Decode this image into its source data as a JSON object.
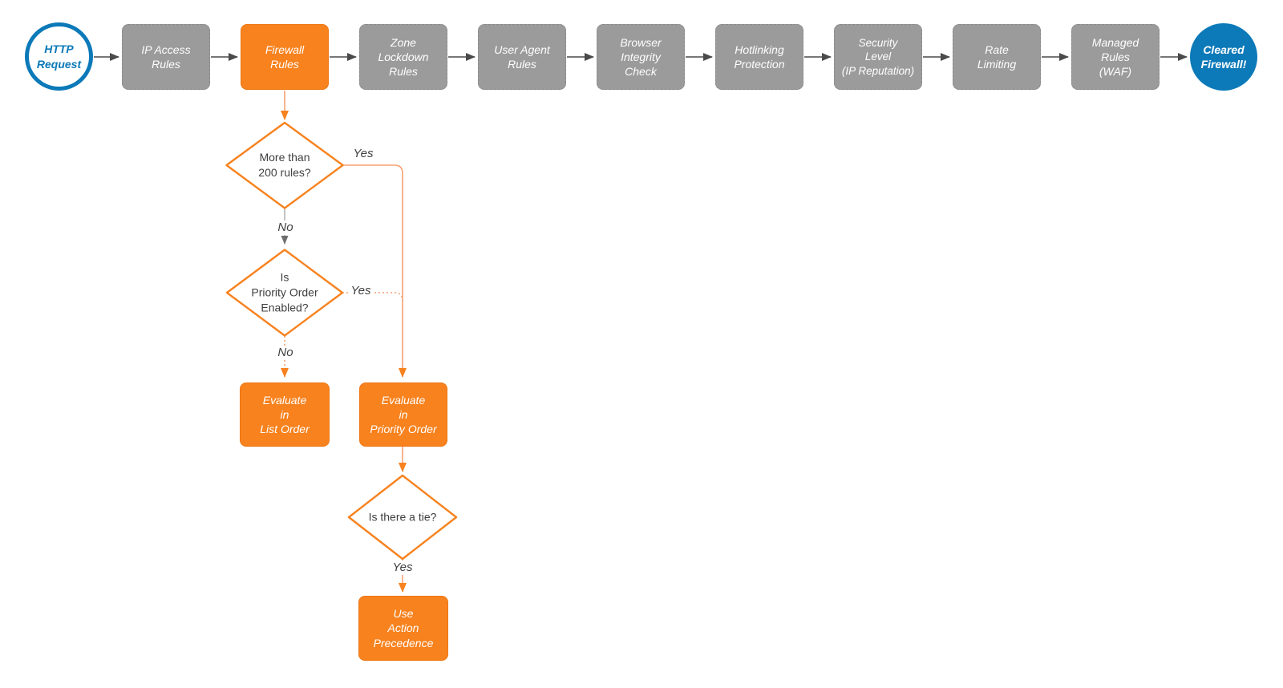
{
  "palette": {
    "orange": "#F7821E",
    "orange_border": "#EE7714",
    "orange_connector": "#F6A171",
    "blue": "#0C79B8",
    "gray_node": "#9B9B9B",
    "gray_node_border": "#8A8A8A",
    "dark_arrow": "#4A4A4A",
    "gray_connector": "#ABABAB",
    "gray_arrowhead": "#6E6E6E",
    "text_dark": "#3F3F3F"
  },
  "pipeline": {
    "start": {
      "label": "HTTP\nRequest"
    },
    "steps": [
      {
        "label": "IP Access\nRules"
      },
      {
        "label": "Firewall\nRules"
      },
      {
        "label": "Zone\nLockdown\nRules"
      },
      {
        "label": "User Agent\nRules"
      },
      {
        "label": "Browser\nIntegrity\nCheck"
      },
      {
        "label": "Hotlinking\nProtection"
      },
      {
        "label": "Security\nLevel\n(IP Reputation)"
      },
      {
        "label": "Rate\nLimiting"
      },
      {
        "label": "Managed\nRules\n(WAF)"
      }
    ],
    "end": {
      "label": "Cleared\nFirewall!"
    }
  },
  "decision_tree": {
    "d1": {
      "label": "More than\n200 rules?",
      "yes": "Yes",
      "no": "No"
    },
    "d2": {
      "label": "Is\nPriority Order\nEnabled?",
      "yes": "Yes",
      "no": "No"
    },
    "d3": {
      "label": "Is there a tie?",
      "yes": "Yes"
    },
    "evaluate_list_order": {
      "label": "Evaluate\nin\nList Order"
    },
    "evaluate_priority_order": {
      "label": "Evaluate\nin\nPriority Order"
    },
    "use_action_precedence": {
      "label": "Use\nAction\nPrecedence"
    }
  }
}
